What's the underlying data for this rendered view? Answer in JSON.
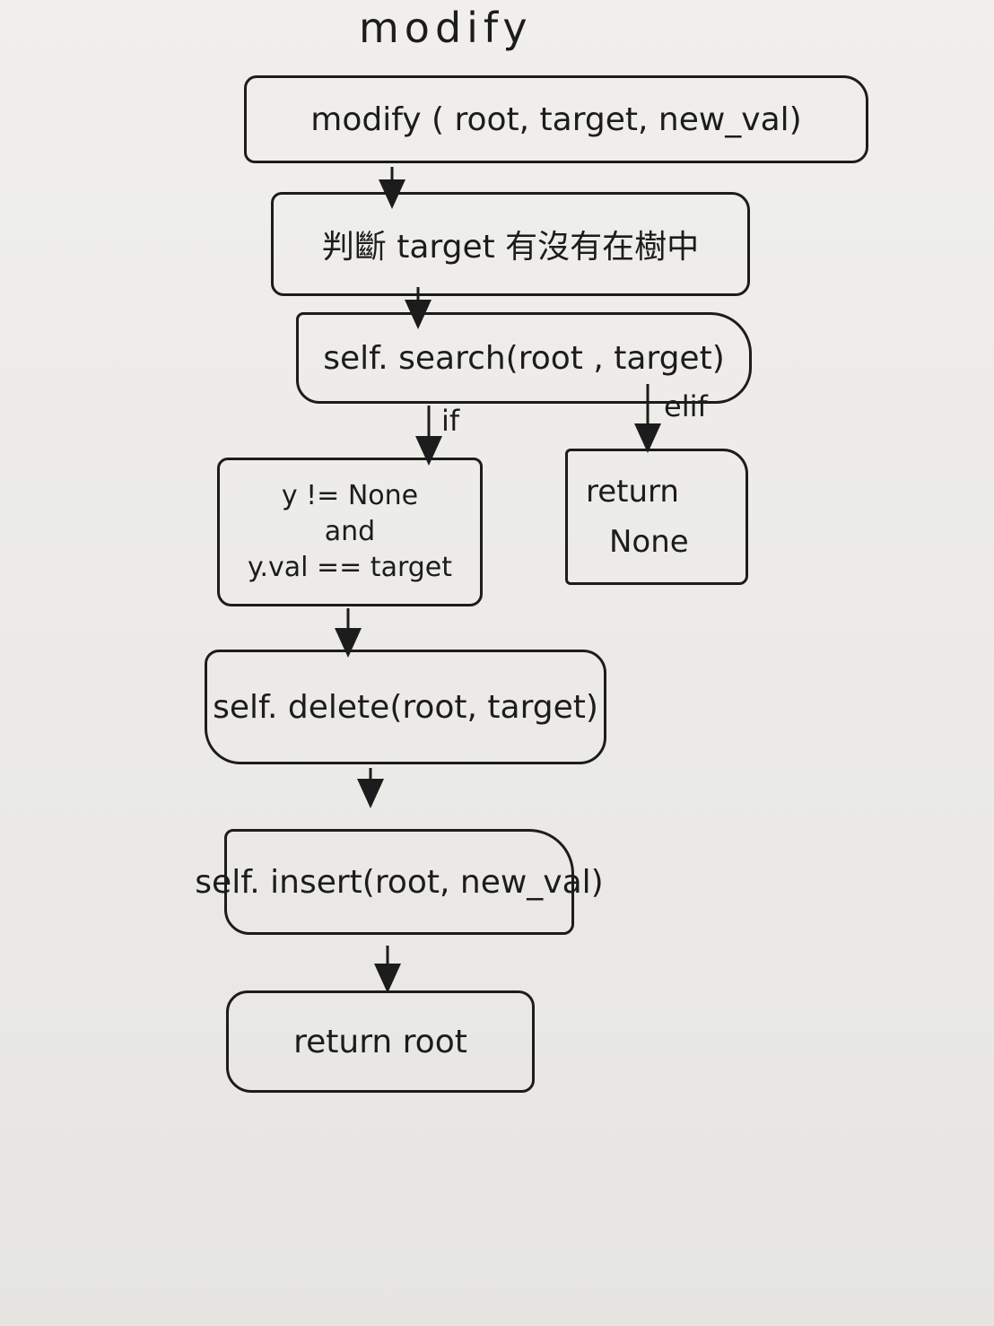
{
  "diagram": {
    "title": "modify",
    "nodes": {
      "call": "modify ( root, target, new_val)",
      "check": "判斷 target 有沒有在樹中",
      "search": "self. search(root , target)",
      "cond": [
        "y != None",
        "and",
        "y.val == target"
      ],
      "ret_none": [
        "return",
        "None"
      ],
      "delete": "self. delete(root, target)",
      "insert": "self. insert(root, new_val)",
      "ret_root": "return   root"
    },
    "edges": {
      "if_label": "if",
      "elif_label": "elif"
    }
  }
}
